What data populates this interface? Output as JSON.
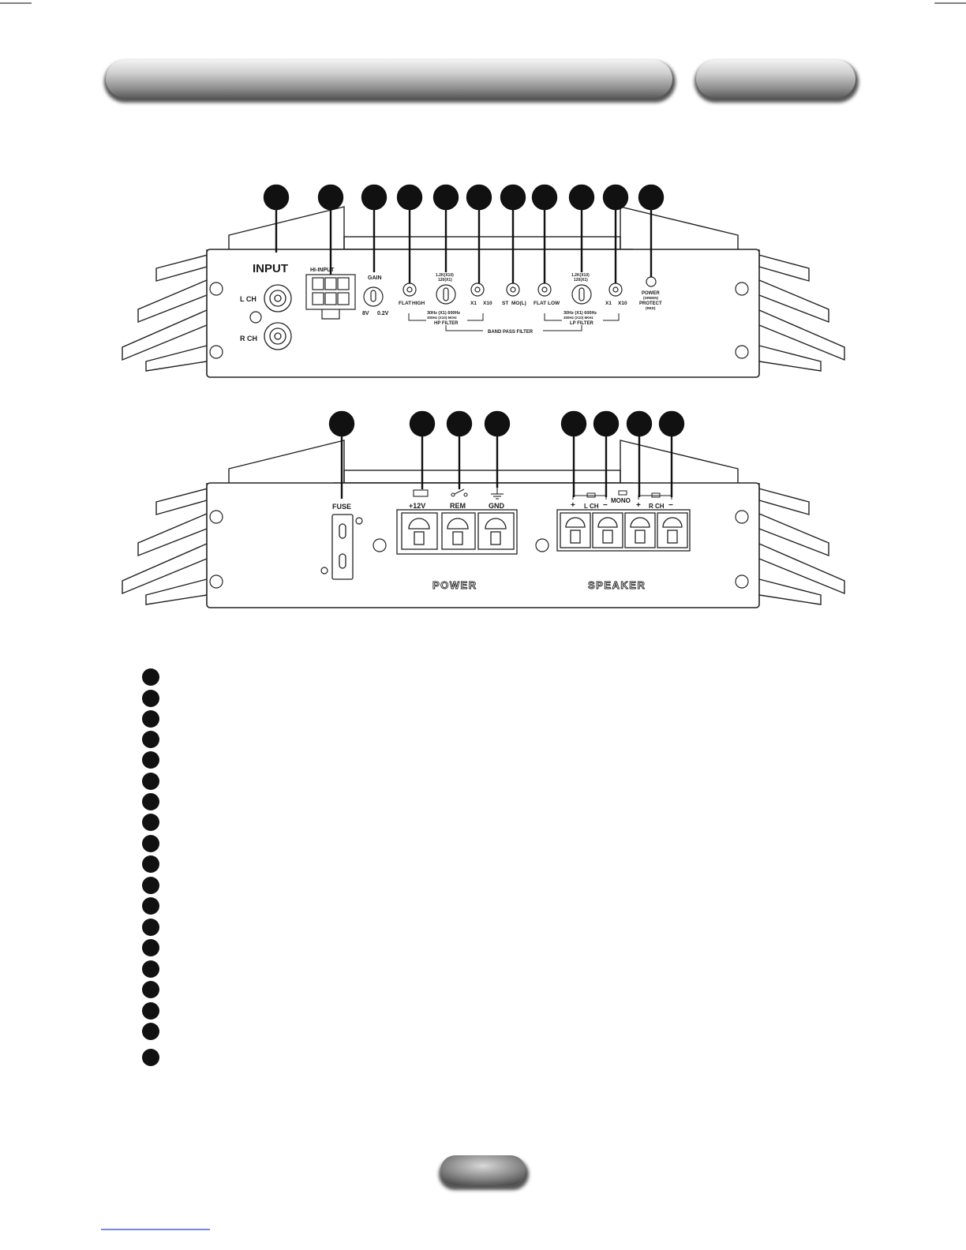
{
  "front_panel": {
    "input_title": "INPUT",
    "l_ch": "L CH",
    "r_ch": "R CH",
    "hi_input": "HI-INPUT",
    "gain": "GAIN",
    "gain_min": "8V",
    "gain_max": "0.2V",
    "hp_switch_a": "FLAT",
    "hp_switch_b": "HIGH",
    "hp_knob_top1": "1.2K(X10)",
    "hp_knob_top2": "120(X1)",
    "hp_knob_bot1": "30Hz (X1) 600Hz",
    "hp_knob_bot2": "300Hz (X10) 6KHz",
    "hp_filter": "HP FILTER",
    "x1_a": "X1",
    "x10_a": "X10",
    "st": "ST",
    "mo": "MO(L)",
    "lp_switch_a": "FLAT",
    "lp_switch_b": "LOW",
    "lp_knob_top1": "1.2K(X10)",
    "lp_knob_top2": "120(X1)",
    "lp_knob_bot1": "30Hz (X1) 600Hz",
    "lp_knob_bot2": "300Hz (X10) 6KHz",
    "lp_filter": "LP FILTER",
    "band_pass": "BAND PASS FILTER",
    "x1_b": "X1",
    "x10_b": "X10",
    "power": "POWER",
    "power_color": "(GREEN)",
    "protect": "PROTECT",
    "protect_color": "(RED)"
  },
  "rear_panel": {
    "fuse": "FUSE",
    "plus12v": "+12V",
    "rem": "REM",
    "gnd": "GND",
    "power_block": "POWER",
    "speaker_block": "SPEAKER",
    "l_ch": "L CH",
    "r_ch": "R CH",
    "mono": "MONO",
    "plus": "+",
    "minus": "−"
  },
  "callouts_front_count": 11,
  "callouts_rear_count": 8,
  "legend_rows": 19
}
